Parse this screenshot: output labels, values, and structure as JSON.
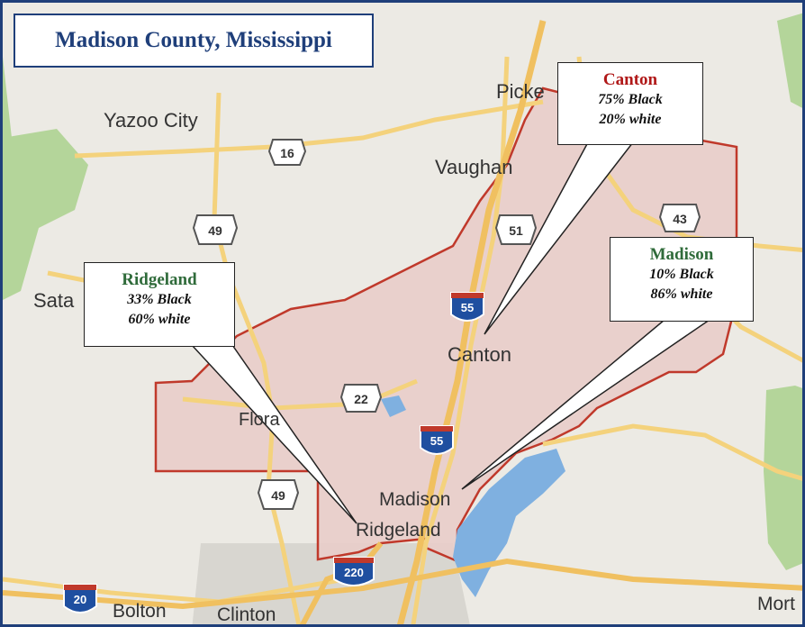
{
  "title": "Madison County, Mississippi",
  "places": {
    "yazoo_city": "Yazoo City",
    "pickens": "Picke",
    "vaughan": "Vaughan",
    "sata": "Sata",
    "canton": "Canton",
    "flora": "Flora",
    "madison": "Madison",
    "ridgeland": "Ridgeland",
    "bolton": "Bolton",
    "clinton": "Clinton",
    "morton": "Mort"
  },
  "road_shields": {
    "hwy16": "16",
    "hwy49_north": "49",
    "hwy51": "51",
    "hwy43": "43",
    "i55_north": "55",
    "hwy22": "22",
    "i55_south": "55",
    "hwy49_south": "49",
    "i220": "220",
    "i20": "20"
  },
  "callouts": {
    "canton": {
      "name": "Canton",
      "black": "75% Black",
      "white": "20% white",
      "name_color": "#b01818"
    },
    "ridgeland": {
      "name": "Ridgeland",
      "black": "33% Black",
      "white": "60% white",
      "name_color": "#2f6b3a"
    },
    "madison": {
      "name": "Madison",
      "black": "10% Black",
      "white": "86% white",
      "name_color": "#2f6b3a"
    }
  },
  "colors": {
    "title": "#1f3f7a",
    "county_fill": "#e8c9c6",
    "county_border": "#c0392b",
    "water": "#7fb0e0",
    "park": "#a8cf8d",
    "road": "#f6d78a",
    "interstate": "#1f4fa0"
  }
}
